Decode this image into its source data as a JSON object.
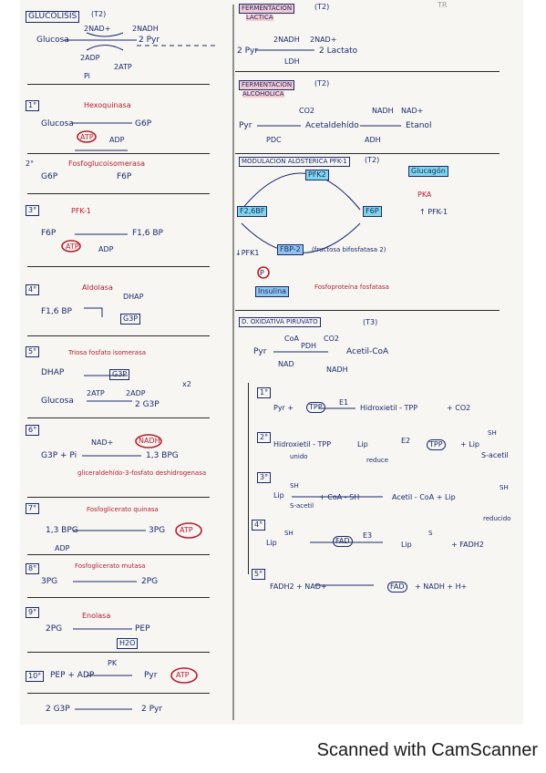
{
  "left": {
    "glucolisis": {
      "title": "GLUCOLISIS",
      "tag": "(T2)",
      "nadh": "2NADH",
      "nad": "2NAD+",
      "glucosa": "Glucosa",
      "pyr": "2 Pyr",
      "adp": "2ADP",
      "atp": "2ATP",
      "pi": "Pi"
    },
    "s1": {
      "num": "1°",
      "enzyme": "Hexoquinasa",
      "sub": "Glucosa",
      "prod": "G6P",
      "cof": "ATP",
      "cof2": "ADP"
    },
    "s2": {
      "num": "2°",
      "enzyme": "Fosfoglucoisomerasa",
      "sub": "G6P",
      "prod": "F6P"
    },
    "s3": {
      "num": "3°",
      "enzyme": "PFK-1",
      "sub": "F6P",
      "prod": "F1,6 BP",
      "cof": "ATP",
      "cof2": "ADP"
    },
    "s4": {
      "num": "4°",
      "enzyme": "Aldolasa",
      "sub": "F1,6 BP",
      "prod1": "DHAP",
      "prod2": "G3P"
    },
    "s5": {
      "num": "5°",
      "enzyme": "Triosa fosfato isomerasa",
      "sub": "DHAP",
      "prod": "G3P",
      "x2": "x2"
    },
    "sum": {
      "glucosa": "Glucosa",
      "atp": "2ATP",
      "adp": "2ADP",
      "prod": "2 G3P"
    },
    "s6": {
      "num": "6°",
      "nad": "NAD+",
      "nadh": "NADH",
      "sub": "G3P + Pi",
      "prod": "1,3 BPG",
      "enzyme": "gliceraldehído-3-fosfato deshidrogenasa"
    },
    "s7": {
      "num": "7°",
      "enzyme": "Fosfoglicerato quinasa",
      "sub": "1,3 BPG",
      "prod": "3PG",
      "cof": "ATP",
      "adp": "ADP"
    },
    "s8": {
      "num": "8°",
      "enzyme": "Fosfoglicerato mutasa",
      "sub": "3PG",
      "prod": "2PG"
    },
    "s9": {
      "num": "9°",
      "enzyme": "Enolasa",
      "sub": "2PG",
      "prod": "PEP",
      "water": "H2O"
    },
    "s10": {
      "num": "10°",
      "sub": "PEP + ADP",
      "enzyme": "PK",
      "prod": "Pyr",
      "cof": "ATP"
    },
    "last": {
      "sub": "2 G3P",
      "prod": "2 Pyr"
    }
  },
  "right": {
    "lactica": {
      "title1": "FERMENTACION",
      "title2": "LACTICA",
      "tag": "(T2)",
      "nadh": "2NADH",
      "nad": "2NAD+",
      "pyr": "2 Pyr",
      "prod": "2 Lactato",
      "enzyme": "LDH"
    },
    "alcoholica": {
      "title1": "FERMENTACION",
      "title2": "ALCOHOLICA",
      "tag": "(T2)",
      "pyr": "Pyr",
      "co2": "CO2",
      "acet": "Acetaldehído",
      "nadh": "NADH",
      "nad": "NAD+",
      "etanol": "Etanol",
      "pdc": "PDC",
      "adh": "ADH"
    },
    "alosterica": {
      "title": "MODULACION ALOSTERICA PFK-1",
      "tag": "(T2)",
      "pfk2": "PFK2",
      "glucagon": "Glucagón",
      "pka": "PKA",
      "f26bf": "F2,6BF",
      "f6p": "F6P",
      "pfk1": "↑ PFK-1",
      "down": "↓PFK1",
      "fbp2": "FBP-2",
      "fbp2note": "(fructosa bifosfatasa 2)",
      "insulina": "Insulina",
      "fosfo": "Fosfoproteína fosfatasa",
      "p": "P"
    },
    "piruvato": {
      "title": "D. OXIDATIVA PIRUVATO",
      "tag": "(T3)",
      "pyr": "Pyr",
      "coa": "CoA",
      "co2": "CO2",
      "pdh": "PDH",
      "nad": "NAD",
      "nadh": "NADH",
      "prod": "Acetil-CoA"
    },
    "p1": {
      "num": "1°",
      "eq": "Pyr +",
      "tpp": "TPP",
      "e1": "E1",
      "prod": "Hidroxietil - TPP",
      "co2": "+ CO2"
    },
    "p2": {
      "num": "2°",
      "sub": "Hidroxietil - TPP",
      "note": "unido",
      "lip": "Lip",
      "reduce": "reduce",
      "e2": "E2",
      "tpp": "TPP",
      "lip2": "+ Lip",
      "sh": "SH",
      "prod": "S-acetil"
    },
    "p3": {
      "num": "3°",
      "lip": "Lip",
      "sh": "SH",
      "sacet": "S-acetil",
      "coa": "+ CoA - SH",
      "prod": "Acetil - CoA + Lip",
      "sh2": "SH",
      "reduc": "reducido"
    },
    "p4": {
      "num": "4°",
      "lip": "Lip",
      "sh": "SH",
      "fad": "FAD",
      "e3": "E3",
      "lip2": "Lip",
      "s": "S",
      "prod": "+ FADH2"
    },
    "p5": {
      "num": "5°",
      "fadh": "FADH2",
      "nad": "+ NAD+",
      "fad": "FAD",
      "prod": "+ NADH + H+"
    }
  },
  "topmark": "TR",
  "footer": "Scanned with CamScanner",
  "colors": {
    "ink": "#1b2a6b",
    "red": "#b41e2e",
    "pink": "#f6c9cf",
    "cyan": "#7fd6e8"
  }
}
